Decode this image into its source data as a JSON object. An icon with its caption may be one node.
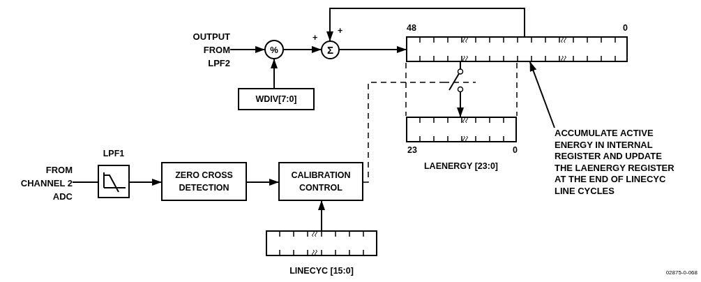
{
  "diagram": {
    "nodes": [
      {
        "text": [
          "OUTPUT FROM LPF2"
        ]
      },
      {
        "text": [
          "%"
        ]
      },
      {
        "text": [
          "WDIV[7:0]"
        ]
      },
      {
        "text": [
          "Σ"
        ]
      },
      {
        "text": [],
        "shape": "box",
        "beside": [
          "48",
          "0"
        ]
      },
      {
        "text": [],
        "shape": "box",
        "beside": [
          "23",
          "0",
          "LAENERGY [23:0]"
        ]
      },
      {
        "text": [
          "FROM CHANNEL 2 ADC"
        ]
      },
      {
        "text": [
          "LPF1"
        ]
      },
      {
        "text": [
          "ZERO CROSS DETECTION"
        ]
      },
      {
        "text": [
          "CALIBRATION CONTROL"
        ]
      },
      {
        "text": [],
        "shape": "box",
        "beside": [
          "LINECYC [15:0]"
        ]
      },
      {
        "text": [],
        "shape": "switch"
      },
      {
        "text": [
          "ACCUMULATE ACTIVE ENERGY IN INTERNAL REGISTER AND UPDATE THE LAENERGY REGISTER AT THE END OF LINECYC LINE CYCLES"
        ]
      }
    ],
    "edges": [
      {
        "from": 0,
        "to": 1,
        "arrow": "to"
      },
      {
        "from": 2,
        "to": 1,
        "arrow": "to"
      },
      {
        "from": 1,
        "to": 3,
        "arrow": "to"
      },
      {
        "from": 3,
        "to": 4,
        "arrow": "to"
      },
      {
        "from": 4,
        "to": 3,
        "arrow": "to"
      },
      {
        "from": 4,
        "to": 11,
        "arrow": "none"
      },
      {
        "from": 11,
        "to": 5,
        "arrow": "to"
      },
      {
        "from": 9,
        "to": 11,
        "arrow": "none",
        "style": "dashed"
      },
      {
        "from": 6,
        "to": 7,
        "arrow": "none"
      },
      {
        "from": 7,
        "to": 8,
        "arrow": "to"
      },
      {
        "from": 8,
        "to": 9,
        "arrow": "to"
      },
      {
        "from": 10,
        "to": 9,
        "arrow": "to"
      },
      {
        "from": 12,
        "to": 4,
        "arrow": "to"
      }
    ],
    "labels": [
      "+",
      "+",
      "02875-0-068"
    ]
  }
}
